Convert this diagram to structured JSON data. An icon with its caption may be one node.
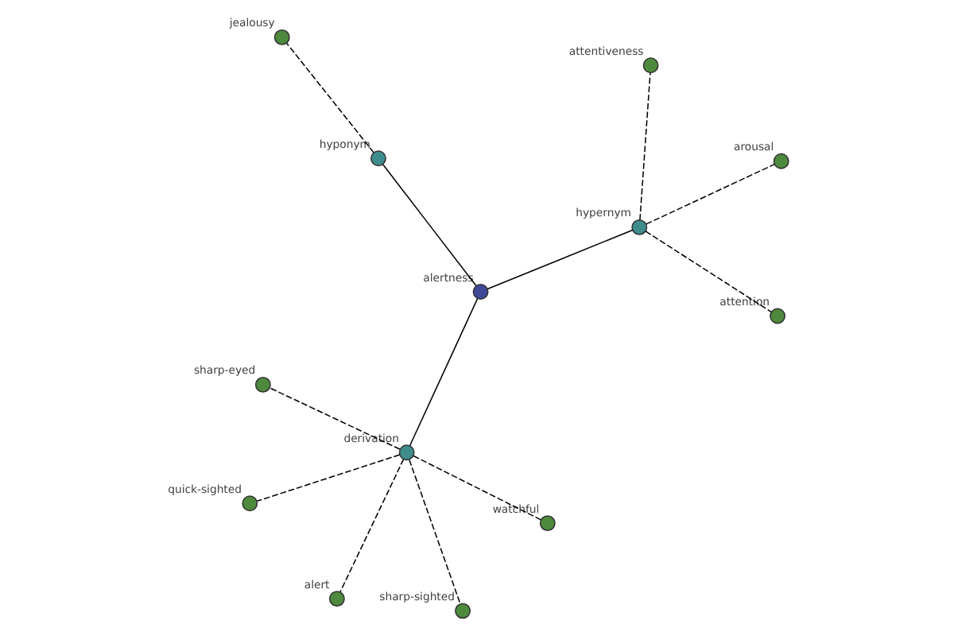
{
  "diagram": {
    "nodes": [
      {
        "text": [
          "jealousy"
        ]
      },
      {
        "text": [
          "arousal"
        ]
      },
      {
        "text": [
          "attention"
        ]
      },
      {
        "text": [
          "attentiveness"
        ]
      },
      {
        "text": [
          "hypernym"
        ]
      },
      {
        "text": [
          "hyponym"
        ]
      },
      {
        "text": [
          "quick-sighted"
        ]
      },
      {
        "text": [
          "sharp-sighted"
        ]
      },
      {
        "text": [
          "alertness"
        ]
      },
      {
        "text": [
          "alert"
        ]
      },
      {
        "text": [
          "derivation"
        ]
      },
      {
        "text": [
          "sharp-eyed"
        ]
      },
      {
        "text": [
          "watchful"
        ]
      }
    ],
    "edges": [
      {
        "from": 8,
        "to": 4,
        "arrow": "none"
      },
      {
        "from": 8,
        "to": 5,
        "arrow": "none"
      },
      {
        "from": 8,
        "to": 10,
        "arrow": "none"
      },
      {
        "from": 4,
        "to": 1,
        "arrow": "none",
        "style": "dashed"
      },
      {
        "from": 4,
        "to": 2,
        "arrow": "none",
        "style": "dashed"
      },
      {
        "from": 4,
        "to": 3,
        "arrow": "none",
        "style": "dashed"
      },
      {
        "from": 5,
        "to": 0,
        "arrow": "none",
        "style": "dashed"
      },
      {
        "from": 10,
        "to": 6,
        "arrow": "none",
        "style": "dashed"
      },
      {
        "from": 10,
        "to": 7,
        "arrow": "none",
        "style": "dashed"
      },
      {
        "from": 10,
        "to": 9,
        "arrow": "none",
        "style": "dashed"
      },
      {
        "from": 10,
        "to": 11,
        "arrow": "none",
        "style": "dashed"
      },
      {
        "from": 10,
        "to": 12,
        "arrow": "none",
        "style": "dashed"
      }
    ]
  }
}
